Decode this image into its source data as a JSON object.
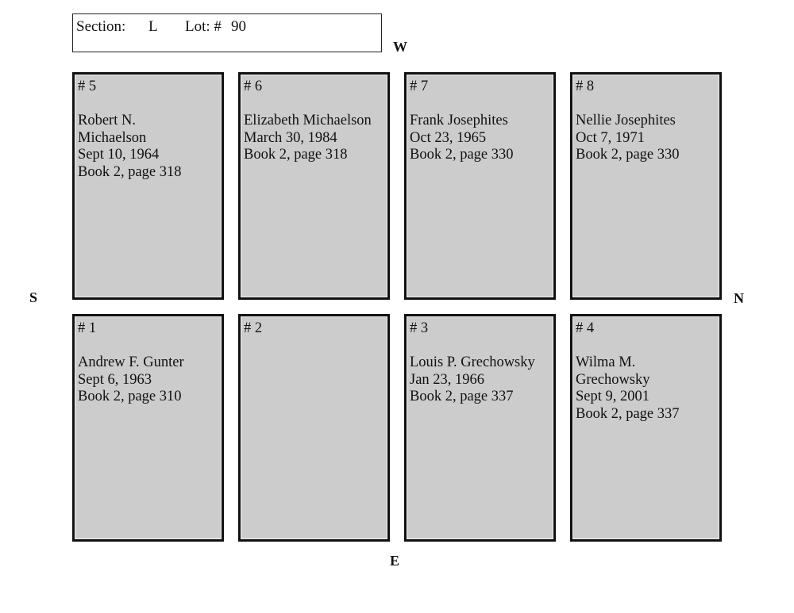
{
  "header": {
    "section_label": "Section:",
    "section_value": "L",
    "lot_label": "Lot: #",
    "lot_value": "90"
  },
  "compass": {
    "west": "W",
    "south": "S",
    "north": "N",
    "east": "E"
  },
  "plots": [
    {
      "number": "# 5",
      "lines": [
        "Robert N.",
        "Michaelson",
        "Sept 10, 1964",
        "Book 2, page 318"
      ]
    },
    {
      "number": "# 6",
      "lines": [
        "Elizabeth Michaelson",
        "March 30, 1984",
        "Book 2, page 318",
        ""
      ]
    },
    {
      "number": "# 7",
      "lines": [
        "Frank Josephites",
        "Oct 23, 1965",
        "Book 2, page 330",
        ""
      ]
    },
    {
      "number": "# 8",
      "lines": [
        "Nellie Josephites",
        "Oct 7, 1971",
        "Book 2, page 330",
        ""
      ]
    },
    {
      "number": "# 1",
      "lines": [
        "Andrew F. Gunter",
        "Sept 6, 1963",
        "Book 2, page 310",
        ""
      ]
    },
    {
      "number": "# 2",
      "lines": [
        "",
        "",
        "",
        ""
      ]
    },
    {
      "number": "# 3",
      "lines": [
        "Louis P. Grechowsky",
        "Jan 23, 1966",
        "Book 2, page 337",
        ""
      ]
    },
    {
      "number": "# 4",
      "lines": [
        "Wilma M.",
        "Grechowsky",
        "Sept 9, 2001",
        "Book 2, page 337"
      ]
    }
  ]
}
